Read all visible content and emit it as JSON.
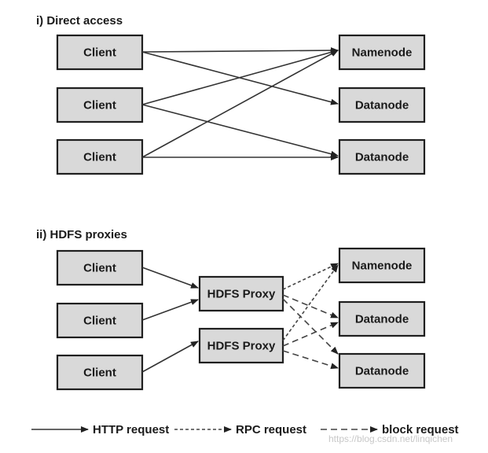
{
  "sections": {
    "direct": {
      "title": "i) Direct access",
      "clients": [
        "Client",
        "Client",
        "Client"
      ],
      "namenode": "Namenode",
      "datanodes": [
        "Datanode",
        "Datanode"
      ]
    },
    "proxies": {
      "title": "ii) HDFS proxies",
      "clients": [
        "Client",
        "Client",
        "Client"
      ],
      "proxies": [
        "HDFS Proxy",
        "HDFS Proxy"
      ],
      "namenode": "Namenode",
      "datanodes": [
        "Datanode",
        "Datanode"
      ]
    }
  },
  "legend": {
    "http": "HTTP request",
    "rpc": "RPC request",
    "block": "block request"
  },
  "watermark": "https://blog.csdn.net/linqichen",
  "colors": {
    "box_fill": "#d9d9d9",
    "box_stroke": "#1f1f1f",
    "ink": "#1a1a1a"
  }
}
